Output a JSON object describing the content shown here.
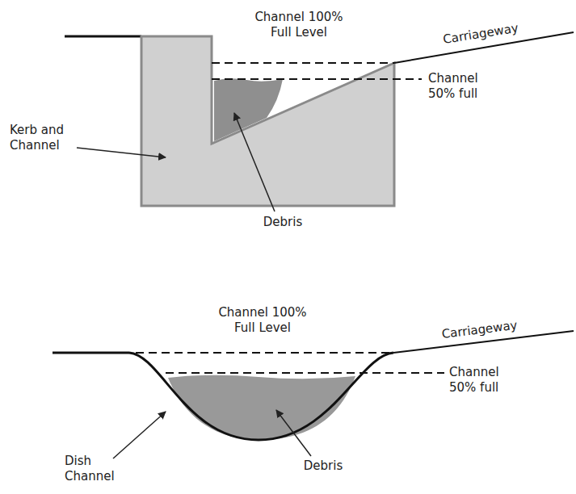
{
  "diagram": {
    "labels": [
      "Channel 100% Full Level",
      "Carriageway",
      "Channel 50% full",
      "Kerb and Channel",
      "Debris",
      "Channel 100% Full Level",
      "Carriageway",
      "Channel 50% full",
      "Dish Channel",
      "Debris"
    ]
  }
}
